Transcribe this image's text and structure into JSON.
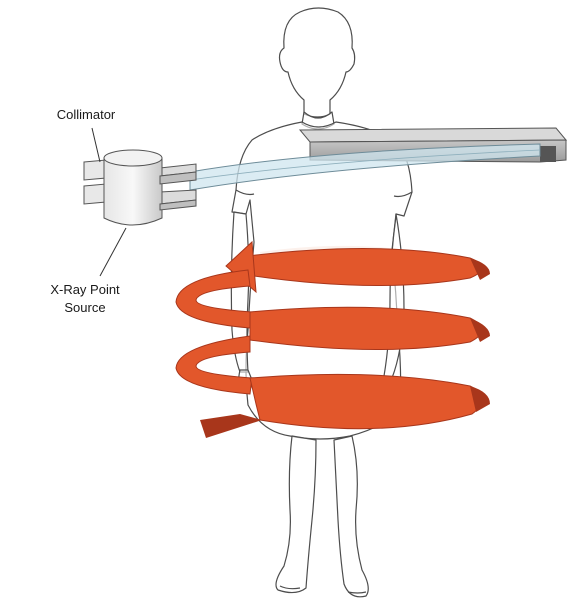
{
  "labels": {
    "collimator": "Collimator",
    "source_line1": "X-Ray Point",
    "source_line2": "Source"
  },
  "colors": {
    "spiral": "#e2572b",
    "spiral_dark": "#a8361b",
    "spiral_faded": "#f0b7a3",
    "outline": "#4d4d4d",
    "detector": "#9a9a9a",
    "beam": "#cfe6ef"
  }
}
